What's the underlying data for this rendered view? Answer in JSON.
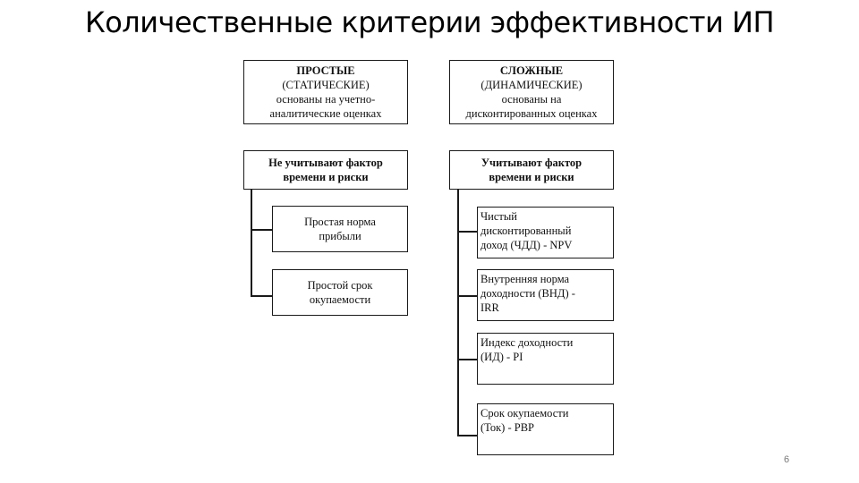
{
  "title": "Количественные критерии эффективности ИП",
  "left_column": {
    "header": {
      "line1": "ПРОСТЫЕ",
      "line2": "(СТАТИЧЕСКИЕ)",
      "line3": "основаны на учетно-",
      "line4": "аналитические оценках"
    },
    "category": {
      "line1": "Не учитывают фактор",
      "line2": "времени и риски"
    },
    "items": [
      {
        "line1": "Простая норма",
        "line2": "прибыли"
      },
      {
        "line1": "Простой срок",
        "line2": "окупаемости"
      }
    ]
  },
  "right_column": {
    "header": {
      "line1": "СЛОЖНЫЕ",
      "line2": "(ДИНАМИЧЕСКИЕ)",
      "line3": "основаны на",
      "line4": "дисконтированных оценках"
    },
    "category": {
      "line1": "Учитывают фактор",
      "line2": "времени и риски"
    },
    "items": [
      {
        "line1": "Чистый",
        "line2": "дисконтированный",
        "line3": "доход (ЧДД) - NPV"
      },
      {
        "line1": "Внутренняя норма",
        "line2": "доходности (ВНД) -",
        "line3": "IRR"
      },
      {
        "line1": "Индекс доходности",
        "line2": "(ИД) - PI"
      },
      {
        "line1": "Срок окупаемости",
        "line2": "(Ток) - PBP"
      }
    ]
  },
  "page_number": "6"
}
